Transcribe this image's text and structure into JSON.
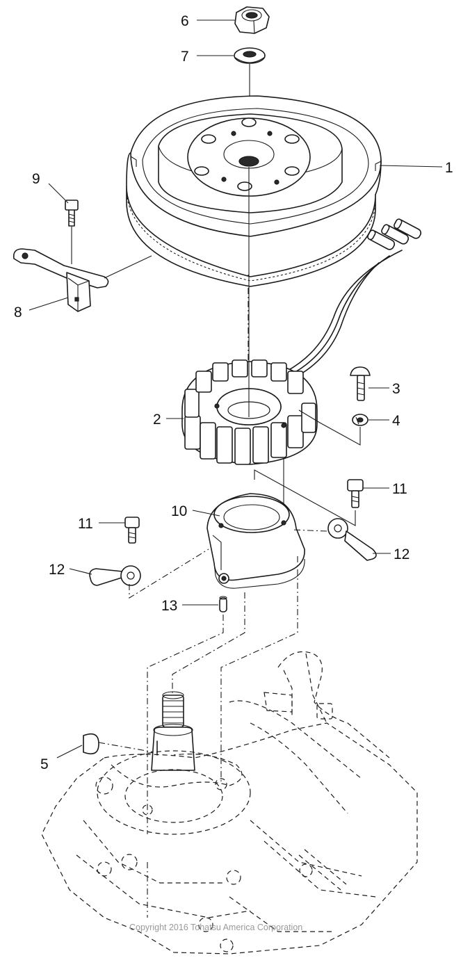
{
  "callouts": {
    "p1": "1",
    "p2": "2",
    "p3": "3",
    "p4": "4",
    "p5": "5",
    "p6": "6",
    "p7": "7",
    "p8": "8",
    "p9": "9",
    "p10": "10",
    "p11a": "11",
    "p11b": "11",
    "p12a": "12",
    "p12b": "12",
    "p13": "13"
  },
  "copyright": "Copyright 2016 Tohatsu America Corporation"
}
